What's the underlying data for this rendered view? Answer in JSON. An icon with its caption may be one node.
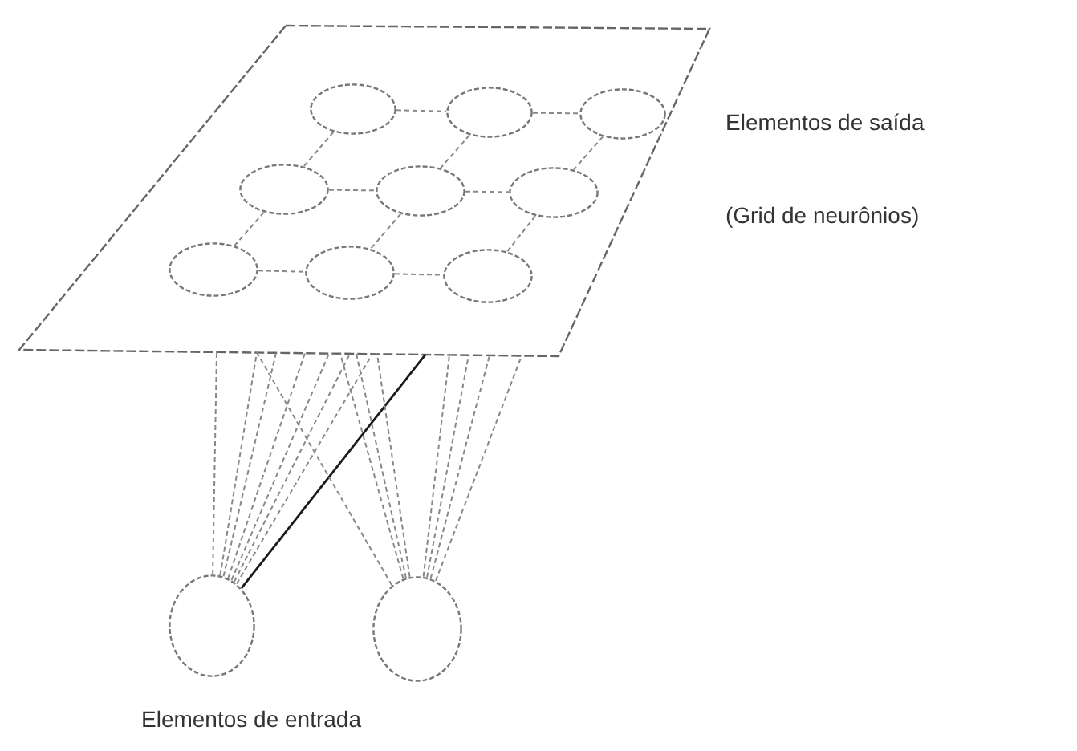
{
  "diagram": {
    "nodes": [
      {
        "text": [],
        "shape": "parallelogram"
      },
      {
        "text": [],
        "shape": "ellipse",
        "in": 0
      },
      {
        "text": [],
        "shape": "ellipse",
        "in": 0
      },
      {
        "text": [],
        "shape": "ellipse",
        "in": 0
      },
      {
        "text": [],
        "shape": "ellipse",
        "in": 0
      },
      {
        "text": [],
        "shape": "ellipse",
        "in": 0
      },
      {
        "text": [],
        "shape": "ellipse",
        "in": 0
      },
      {
        "text": [],
        "shape": "ellipse",
        "in": 0
      },
      {
        "text": [],
        "shape": "ellipse",
        "in": 0
      },
      {
        "text": [],
        "shape": "ellipse",
        "in": 0
      },
      {
        "text": [],
        "shape": "ellipse"
      },
      {
        "text": [],
        "shape": "ellipse"
      }
    ],
    "edges": [
      {
        "from": 1,
        "to": 2,
        "arrow": "none",
        "style": "dashed"
      },
      {
        "from": 2,
        "to": 3,
        "arrow": "none",
        "style": "dashed"
      },
      {
        "from": 4,
        "to": 5,
        "arrow": "none",
        "style": "dashed"
      },
      {
        "from": 5,
        "to": 6,
        "arrow": "none",
        "style": "dashed"
      },
      {
        "from": 7,
        "to": 8,
        "arrow": "none",
        "style": "dashed"
      },
      {
        "from": 8,
        "to": 9,
        "arrow": "none",
        "style": "dashed"
      },
      {
        "from": 1,
        "to": 4,
        "arrow": "none",
        "style": "dashed"
      },
      {
        "from": 2,
        "to": 5,
        "arrow": "none",
        "style": "dashed"
      },
      {
        "from": 3,
        "to": 6,
        "arrow": "none",
        "style": "dashed"
      },
      {
        "from": 4,
        "to": 7,
        "arrow": "none",
        "style": "dashed"
      },
      {
        "from": 5,
        "to": 8,
        "arrow": "none",
        "style": "dashed"
      },
      {
        "from": 6,
        "to": 9,
        "arrow": "none",
        "style": "dashed"
      },
      {
        "from": 10,
        "to": 0,
        "arrow": "none",
        "style": "dashed"
      },
      {
        "from": 10,
        "to": 0,
        "arrow": "none",
        "style": "dashed"
      },
      {
        "from": 10,
        "to": 0,
        "arrow": "none",
        "style": "dashed"
      },
      {
        "from": 10,
        "to": 0,
        "arrow": "none",
        "style": "dashed"
      },
      {
        "from": 10,
        "to": 0,
        "arrow": "none",
        "style": "dashed"
      },
      {
        "from": 10,
        "to": 0,
        "arrow": "none",
        "style": "dashed"
      },
      {
        "from": 10,
        "to": 0,
        "arrow": "none",
        "style": "dashed"
      },
      {
        "from": 10,
        "to": 0,
        "arrow": "none",
        "color": "#1a1a1a"
      },
      {
        "from": 11,
        "to": 0,
        "arrow": "none",
        "style": "dashed"
      },
      {
        "from": 11,
        "to": 0,
        "arrow": "none",
        "style": "dashed"
      },
      {
        "from": 11,
        "to": 0,
        "arrow": "none",
        "style": "dashed"
      },
      {
        "from": 11,
        "to": 0,
        "arrow": "none",
        "style": "dashed"
      },
      {
        "from": 11,
        "to": 0,
        "arrow": "none",
        "style": "dashed"
      },
      {
        "from": 11,
        "to": 0,
        "arrow": "none",
        "style": "dashed"
      },
      {
        "from": 11,
        "to": 0,
        "arrow": "none",
        "style": "dashed"
      },
      {
        "from": 11,
        "to": 0,
        "arrow": "none",
        "style": "dashed"
      }
    ],
    "labels": [
      "Elementos de saída",
      "(Grid de neurônios)",
      "Elementos de entrada"
    ]
  }
}
